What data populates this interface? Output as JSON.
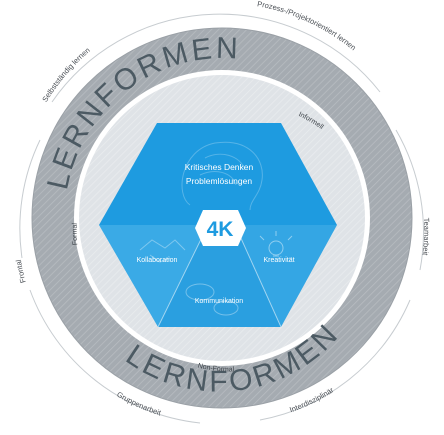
{
  "outer_labels": {
    "top": "Prozess-/Projektorientiert lernen",
    "top_left": "Selbstständig lernen",
    "right": "Teamarbeit",
    "left": "Frontal",
    "bottom_left": "Gruppenarbeit",
    "bottom_right": "Interdisziplinär"
  },
  "ring_title_top": "LERNFORMEN",
  "ring_title_bottom": "LERNFORMEN",
  "inner_labels": {
    "informell": "Informell",
    "formal": "Formal",
    "non_formal": "Non-Formal"
  },
  "hexagon": {
    "top_line1": "Kritisches Denken",
    "top_line2": "Problemlösungen",
    "center": "4K",
    "left": "Kollaboration",
    "right": "Kreativität",
    "bottom": "Kommunikation"
  },
  "colors": {
    "ring": "#a7adb2",
    "inner_circle": "#dde2e6",
    "hex_top": "#1e9be0",
    "hex_left": "#3aaae6",
    "hex_right": "#34a6e4",
    "hex_bottom": "#1f96d8"
  }
}
